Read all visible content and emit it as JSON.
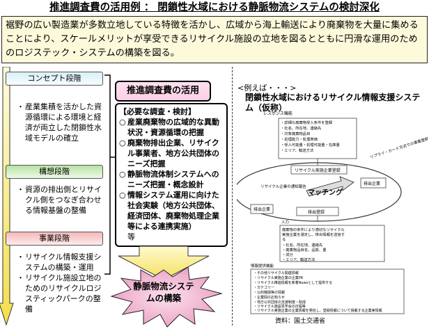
{
  "title": "推進調査費の活用例 ： 閉鎖性水域における静脈物流システムの検討深化",
  "intro": "裾野の広い製造業が多数立地している特徴を活かし、広域から海上輸送により廃棄物を大量に集めることにより、スケールメリットが享受できるリサイクル施設の立地を図るとともに円滑な運用のためのロジステック・システムの構築を図る。",
  "stages": [
    {
      "label": "コンセプト段階",
      "items": [
        "産業集積を活かした資源循環による環境と経済が両立した閉鎖性水域モデルの確立"
      ]
    },
    {
      "label": "構想段階",
      "items": [
        "資源の排出側とリサイクル側をつなぎ合わせる情報基盤の整備"
      ]
    },
    {
      "label": "事業段階",
      "items": [
        "リサイクル情報支援システムの構築・運用",
        "リサイクル施設立地のためのリサイクルロジスティックパークの整備"
      ]
    }
  ],
  "card": {
    "title": "推進調査費の活用",
    "heading": "【必要な調査・検討】",
    "items": [
      "産業廃棄物の広域的な異動状況・資源循環の把握",
      "廃棄物排出企業、リサイクル事業者、地方公共団体のニーズ把握",
      "静脈物流体制システムへのニーズ把握・概念設計",
      "情報システム運用に向けた社会実験（地方公共団体、経済団体、廃棄物処理企業等による連携実施）"
    ],
    "bullet": "○",
    "trailing": "等"
  },
  "result_burst": "静脈物流システムの構築",
  "example": {
    "label": "<例えば・・・>",
    "title": "閉鎖性水域におけるリサイクル情報支援システム（仮称）",
    "schematic": {
      "response": "レスポンス機能",
      "info_items": [
        "・詳細な廃棄物受入条件を登録",
        "・社名、所在地、連絡先",
        "・対象廃棄物品目",
        "・処理能力・処理単価",
        "・受入可能量・処理可能量・在庫量",
        "・エリア、輸送方法"
      ],
      "recycler_register": "リサイクル実施企業登録",
      "emitter": "排出企業",
      "matching": "マッチング",
      "reply": "リプライ・カード方式での事業登録",
      "report": "リサイクル企業の通知報告",
      "emitter2": "排出企業",
      "emitter_register": "排出登録",
      "input": "入力",
      "process_items": [
        "廃棄物の条件により適切なリサイクル",
        "実施企業を選定し、排出情報を送信す",
        "る",
        "・社名、所在地、連絡先",
        "・廃棄物品目名、品質、量",
        "・成分",
        "・エリア、輸送方法"
      ],
      "infra": "情報提供機能",
      "infra_items": [
        "・その他リサイクル関連情報",
        "・リサイクル実施企業の企業PR",
        "・リサイクル推進情報を新着Newsとして提供する",
        "・カテゴリー",
        "・公的機関等の情報",
        "・企業間のお知らせ",
        "・地方公共団体の支援制度・助成",
        "・リサイクル施設見学会の日程等",
        "・リサイクル実施企業の企業情報を発信し、登録情報について掲載する企業実情報"
      ]
    },
    "source": "資料：国土交通省"
  }
}
